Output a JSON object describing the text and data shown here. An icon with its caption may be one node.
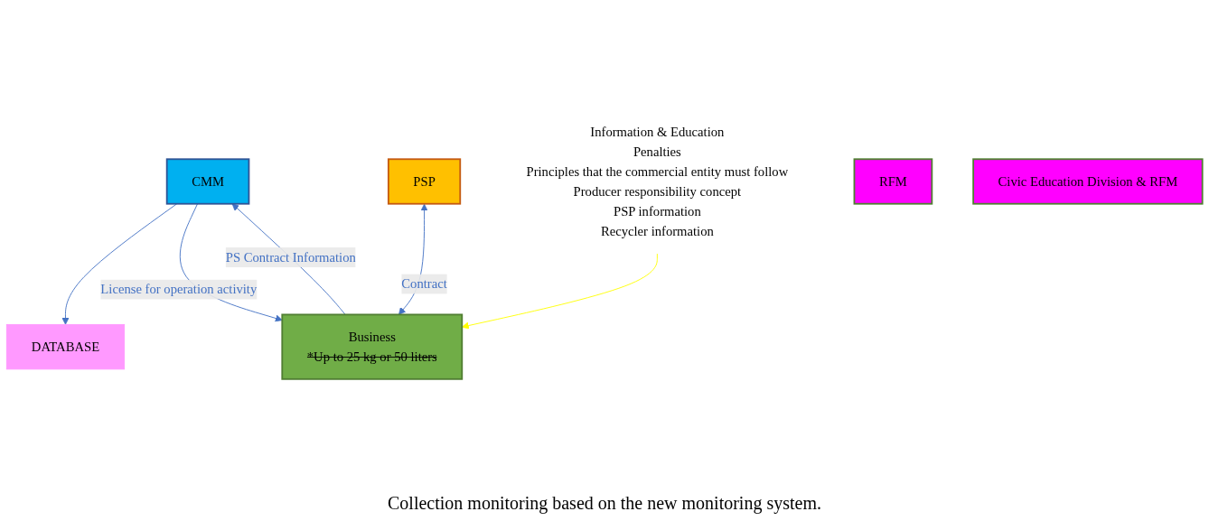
{
  "diagram": {
    "nodes": [
      {
        "text": [
          "DATABASE"
        ]
      },
      {
        "text": [
          "CMM"
        ]
      },
      {
        "text": [
          "Business",
          "*Up to 25 kg or 50 liters"
        ]
      },
      {
        "text": [
          "PSP"
        ]
      },
      {
        "text": [
          "Information & Education",
          "Penalties",
          "Principles that the commercial entity must follow",
          "Producer responsibility concept",
          "PSP information",
          "Recycler information"
        ]
      },
      {
        "text": [
          "RFM"
        ]
      },
      {
        "text": [
          "Civic Education Division & RFM"
        ]
      }
    ],
    "edges": [
      {
        "from": 1,
        "to": 0,
        "arrow": "to"
      },
      {
        "from": 2,
        "to": 1,
        "arrow": "to",
        "label": "PS Contract Information"
      },
      {
        "from": 1,
        "to": 2,
        "arrow": "to",
        "label": "License for operation activity"
      },
      {
        "from": 3,
        "to": 2,
        "arrow": "both",
        "label": "Contract"
      },
      {
        "from": 4,
        "to": 2,
        "arrow": "to",
        "color": "#ffff00"
      }
    ],
    "labels": [
      "Collection monitoring based on the new monitoring system."
    ]
  }
}
